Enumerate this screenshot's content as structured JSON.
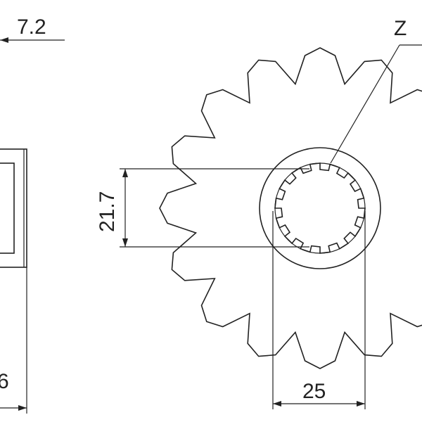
{
  "dimensions": {
    "thickness": "7.2",
    "bore_height": "21.7",
    "hub_width": "25",
    "tooth_label": "Z",
    "side_width_partial": "6"
  },
  "colors": {
    "stroke": "#222222",
    "fill": "#e6e6e6",
    "hatch": "#c8c8c8",
    "background": "#ffffff"
  }
}
